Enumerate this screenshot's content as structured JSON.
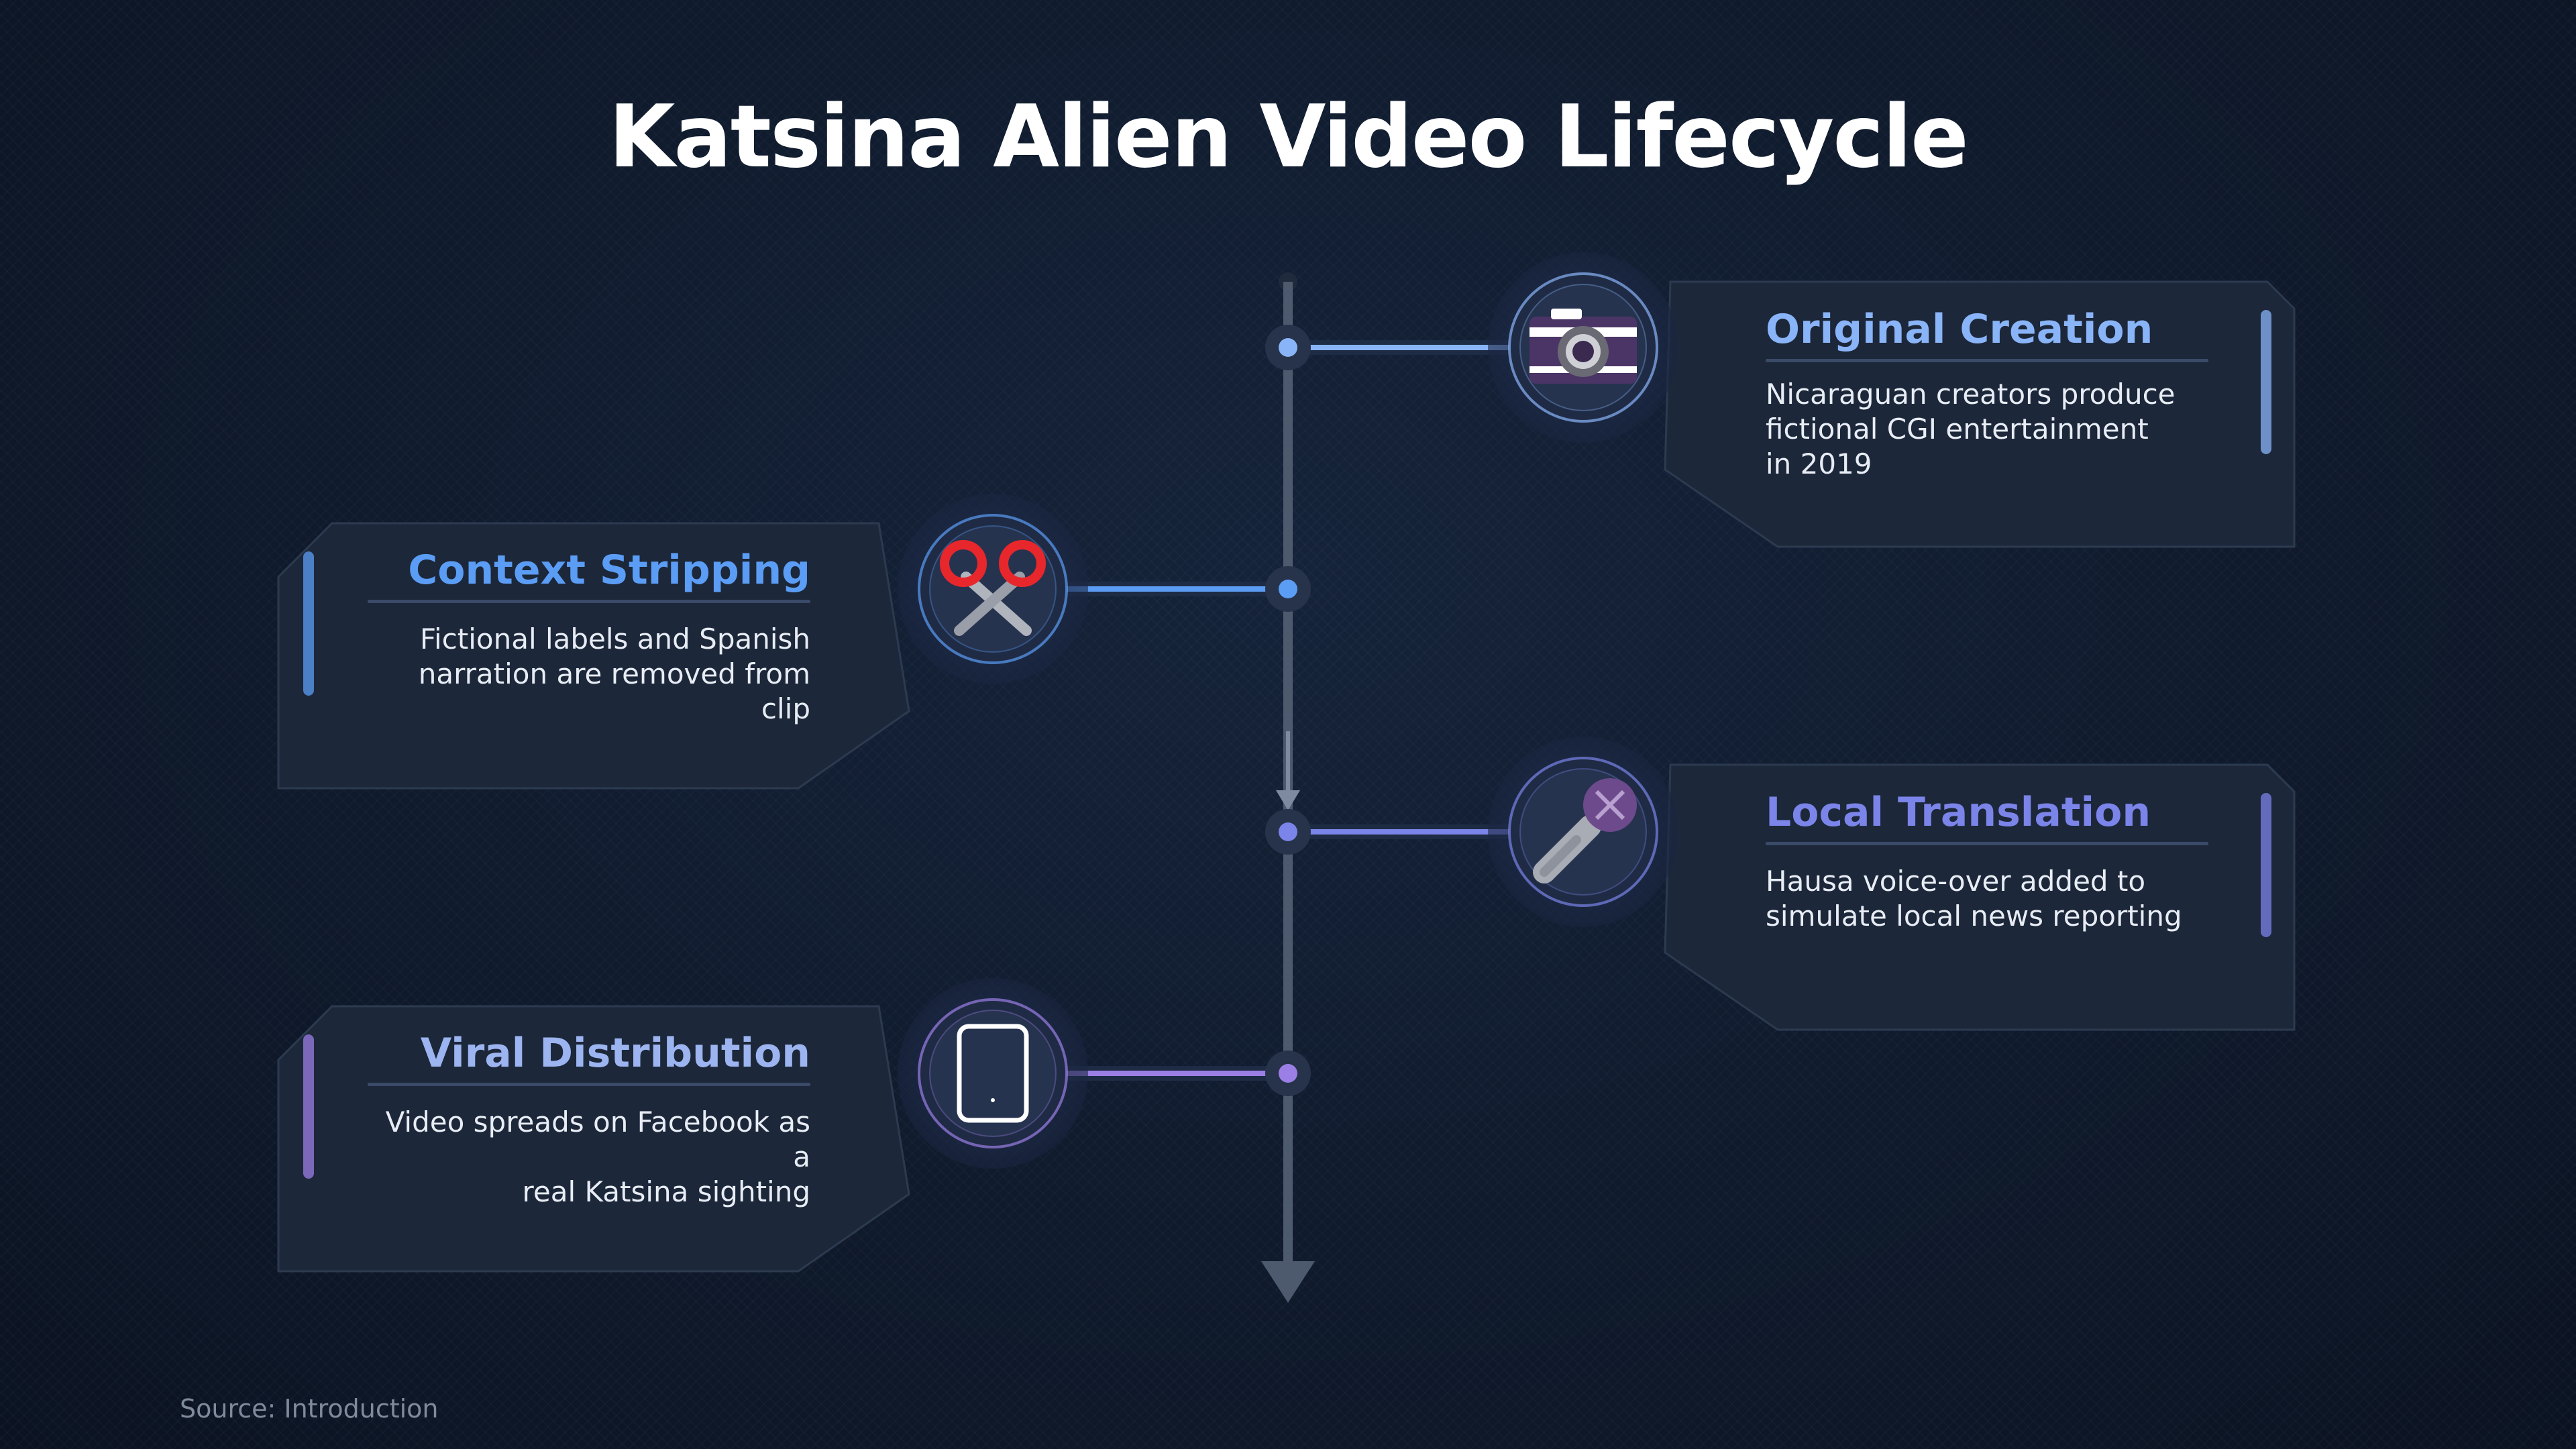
{
  "title": "Katsina Alien Video Lifecycle",
  "source": "Source: Introduction",
  "colors": {
    "stage1": "#8ab4f8",
    "stage2": "#5b9df5",
    "stage3": "#7b84e8",
    "stage4": "#9b7fe6",
    "card_bg": "#1c2739",
    "spine": "#4d5a6e"
  },
  "stages": [
    {
      "title": "Original Creation",
      "line1": "Nicaraguan creators produce",
      "line2": "fictional CGI entertainment",
      "line3": "in 2019",
      "icon": "camera-icon"
    },
    {
      "title": "Context Stripping",
      "line1": "Fictional labels and Spanish",
      "line2": "narration are removed from clip",
      "icon": "scissors-icon"
    },
    {
      "title": "Local Translation",
      "line1": "Hausa voice-over added to",
      "line2": "simulate local news reporting",
      "icon": "microphone-icon"
    },
    {
      "title": "Viral Distribution",
      "line1": "Video spreads on Facebook as a",
      "line2": "real Katsina sighting",
      "icon": "smartphone-icon"
    }
  ]
}
